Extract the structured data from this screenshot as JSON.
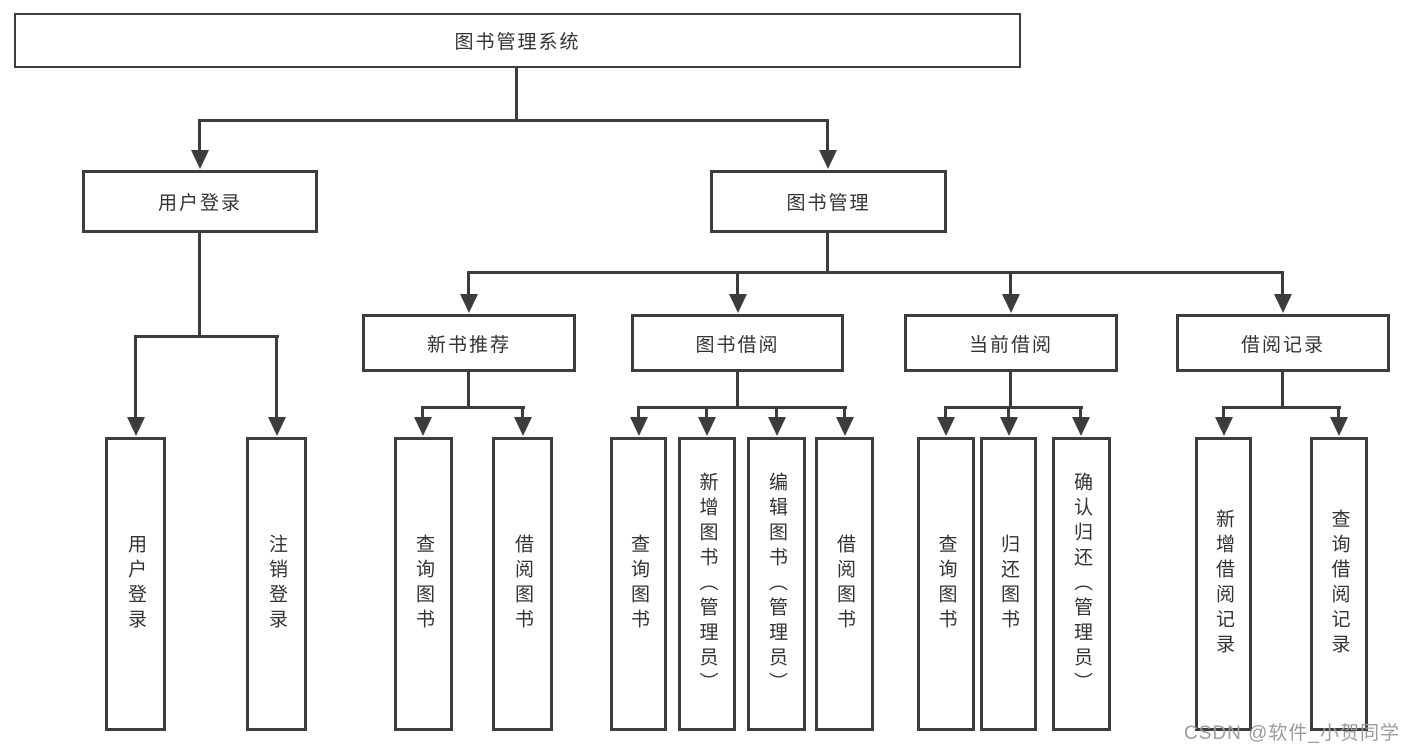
{
  "colors": {
    "background": "#ffffff",
    "box_border": "#3d3d3d",
    "connector_line": "#3c3c3c",
    "text": "#333333",
    "watermark": "#9c9c9c"
  },
  "watermark": {
    "text": "CSDN @软件_小贺同学"
  },
  "tree": {
    "root": {
      "label": "图书管理系统",
      "children": [
        {
          "label": "用户登录",
          "children": [
            {
              "label": "用户登录"
            },
            {
              "label": "注销登录"
            }
          ]
        },
        {
          "label": "图书管理",
          "children": [
            {
              "label": "新书推荐",
              "children": [
                {
                  "label": "查询图书"
                },
                {
                  "label": "借阅图书"
                }
              ]
            },
            {
              "label": "图书借阅",
              "children": [
                {
                  "label": "查询图书"
                },
                {
                  "label": "新增图书（管理员）"
                },
                {
                  "label": "编辑图书（管理员）"
                },
                {
                  "label": "借阅图书"
                }
              ]
            },
            {
              "label": "当前借阅",
              "children": [
                {
                  "label": "查询图书"
                },
                {
                  "label": "归还图书"
                },
                {
                  "label": "确认归还（管理员）"
                }
              ]
            },
            {
              "label": "借阅记录",
              "children": [
                {
                  "label": "新增借阅记录"
                },
                {
                  "label": "查询借阅记录"
                }
              ]
            }
          ]
        }
      ]
    }
  }
}
